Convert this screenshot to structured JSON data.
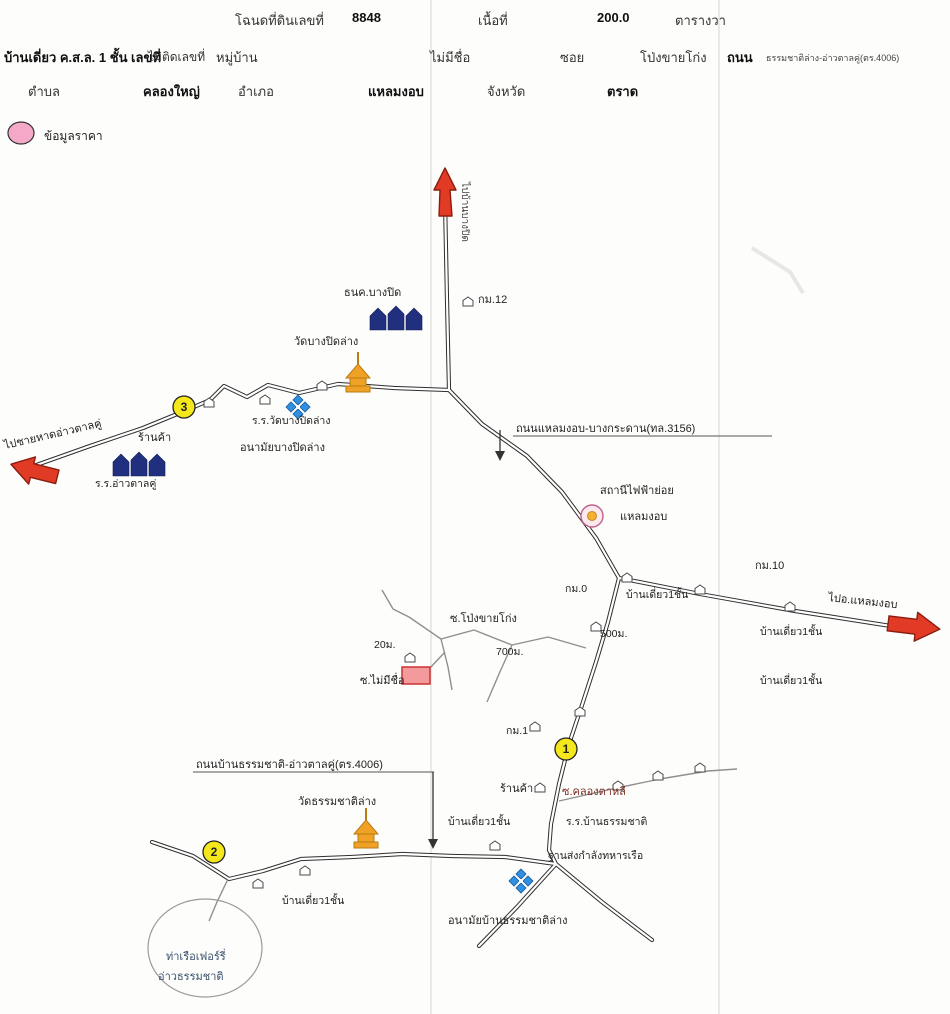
{
  "header": {
    "line1": {
      "deed_label": "โฉนดที่ดินเลขที่",
      "deed_number": "8848",
      "area_label": "เนื้อที่",
      "area_value": "200.0",
      "area_unit": "ตารางวา"
    },
    "line2": {
      "house_desc": "บ้านเดี่ยว ค.ส.ล. 1 ชั้น เลขที่",
      "house_no": "ไม่ติดเลขที่",
      "village_label": "หมู่บ้าน",
      "village_value": "ไม่มีชื่อ",
      "soi_label": "ซอย",
      "soi_value": "โป่งขายโก่ง",
      "road_label": "ถนน",
      "road_value": "ธรรมชาติล่าง-อ่าวตาลคู่(ตร.4006)"
    },
    "line3": {
      "tambon_label": "ตำบล",
      "tambon_value": "คลองใหญ่",
      "amphoe_label": "อำเภอ",
      "amphoe_value": "แหลมงอบ",
      "province_label": "จังหวัด",
      "province_value": "ตราด"
    }
  },
  "legend": {
    "price_label": "ข้อมูลราคา"
  },
  "map": {
    "labels": {
      "to_bang_pit": "ไปบ้านบางปิด",
      "bank": "ธนค.บางปิด",
      "wat_bang_pit_lang": "วัดบางปิดล่าง",
      "km12": "กม.12",
      "road_3156": "ถนนแหลมงอบ-บางกระดาน(ทล.3156)",
      "shop_left": "ร้านค้า",
      "school_wat_bang_pit": "ร.ร.วัดบางปิดล่าง",
      "anamai_bang_pit": "อนามัยบางปิดล่าง",
      "school_ao_tan_khu": "ร.ร.อ่าวตาลคู่",
      "to_beach": "ไปชายหาดอ่าวตาลคู่",
      "substation_line1": "สถานีไฟฟ้าย่อย",
      "substation_line2": "แหลมงอบ",
      "km10": "กม.10",
      "to_laem_ngop": "ไปอ.แหลมงอบ",
      "km0": "กม.0",
      "house_1": "บ้านเดี่ยว1ชั้น",
      "house_2": "บ้านเดี่ยว1ชั้น",
      "house_3": "บ้านเดี่ยว1ชั้น",
      "house_4": "บ้านเดี่ยว1ชั้น",
      "house_5": "บ้านเดี่ยว1ชั้น",
      "dist_500": "500ม.",
      "dist_700": "700ม.",
      "dist_20": "20ม.",
      "soi_pong": "ซ.โป่งขายโก่ง",
      "soi_no_name": "ซ.ไม่มีชื่อ",
      "km1": "กม.1",
      "shop_south": "ร้านค้า",
      "soi_klong_ta_lee": "ซ.คลองตาหลี",
      "school_thammachat": "ร.ร.บ้านธรรมชาติ",
      "navy_base": "ฐานส่งกำลังทหารเรือ",
      "road_4006": "ถนนบ้านธรรมชาติ-อ่าวตาลคู่(ตร.4006)",
      "wat_thammachat": "วัดธรรมชาติล่าง",
      "anamai_thammachat": "อนามัยบ้านธรรมชาติล่าง",
      "ferry_line1": "ท่าเรือเฟอร์รี่",
      "ferry_line2": "อ่าวธรรมชาติ"
    },
    "markers": {
      "m1": "1",
      "m2": "2",
      "m3": "3"
    }
  },
  "colors": {
    "arrow_red": "#e23b25",
    "marker_yellow": "#f4e71c",
    "legend_pink": "#f6a8c9",
    "health_blue": "#2f8fe0",
    "school_navy": "#20307f",
    "temple_orange": "#f0a226",
    "property_pink": "#f29a9c"
  }
}
